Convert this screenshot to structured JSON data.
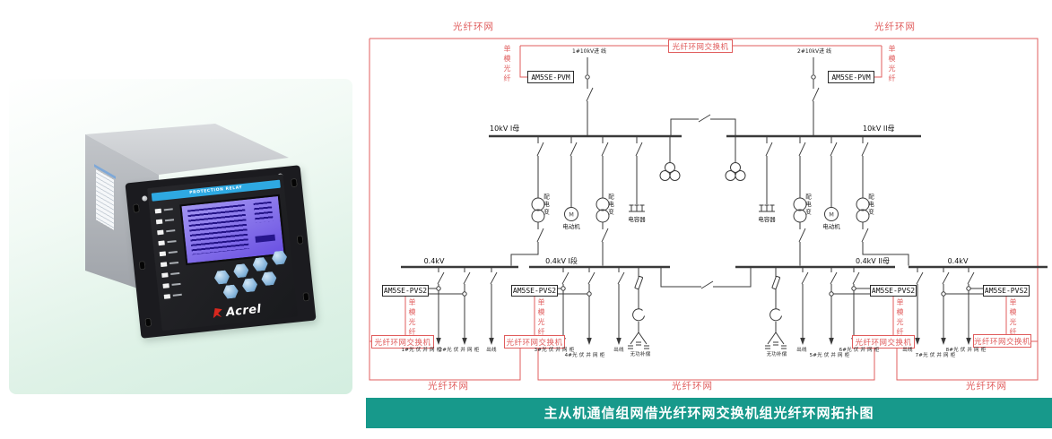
{
  "banner": {
    "title": "主从机通信组网借光纤环网交换机组光纤环网拓扑图",
    "bg_color": "#17998b",
    "text_color": "#ffffff"
  },
  "product": {
    "brand": "Acrel",
    "panel_header": "PROTECTION RELAY"
  },
  "diagram": {
    "colors": {
      "ring": "#e05d5d",
      "line": "#3a3a3a"
    },
    "ring_label": "光纤环网",
    "fiber_label": "单模光纤",
    "switch_label": "光纤环网交换机",
    "relay_pvm": "AM5SE-PVM",
    "relay_pvs2": "AM5SE-PVS2",
    "incoming_1": "1#10kV进 线",
    "incoming_2": "2#10kV进 线",
    "bus_10kv_1": "10kV I母",
    "bus_10kv_2": "10kV II母",
    "bus_04kv_a": "0.4kV",
    "bus_04kv_b": "0.4kV I段",
    "bus_04kv_c": "0.4kV II母",
    "bus_04kv_d": "0.4kV",
    "transformer": "配电变",
    "motor": "电动机",
    "motor_symbol": "M",
    "capacitor": "电容器",
    "reactive_comp": "无功补偿",
    "outgoing": "出线",
    "pv_cabinets": [
      "1#光 伏 并 网 柜",
      "2#光 伏 并 网 柜",
      "3#光 伏 并 网 柜",
      "4#光 伏 并 网 柜",
      "5#光 伏 并 网 柜",
      "6#光 伏 并 网 柜",
      "7#光 伏 并 网 柜",
      "8#光 伏 并 网 柜"
    ]
  }
}
